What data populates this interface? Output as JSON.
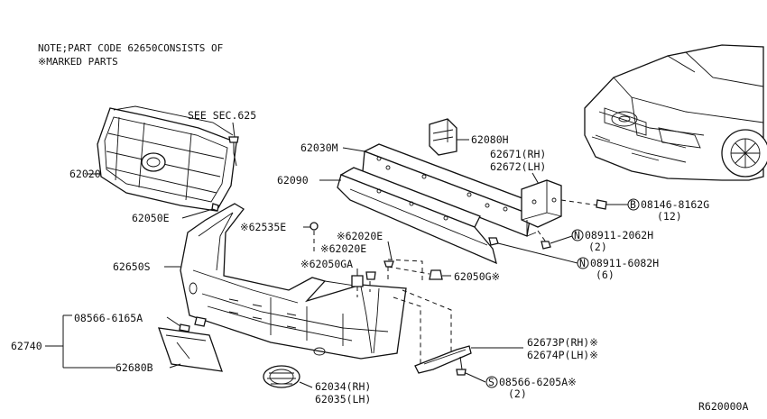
{
  "note": {
    "line1": "NOTE;PART CODE  62650CONSISTS OF",
    "line2": "※MARKED PARTS"
  },
  "labels": {
    "see_sec": "SEE SEC.625",
    "p62080H": "62080H",
    "p62030M": "62030M",
    "p62671": "62671(RH)",
    "p62672": "62672(LH)",
    "p62020": "62020",
    "p62090": "62090",
    "p62050E": "62050E",
    "p62535E": "※62535E",
    "p62020E": "※62020E",
    "p62020E2": "※62020E",
    "p62050GA": "※62050GA",
    "p62650S": "62650S",
    "p62050G": "62050G※",
    "b08146_num": "08146-8162G",
    "b08146_qty": "(12)",
    "n08911_2062_num": "08911-2062H",
    "n08911_2062_qty": "(2)",
    "n08911_6082_num": "08911-6082H",
    "n08911_6082_qty": "(6)",
    "p08566_6165A": "08566-6165A",
    "p62740": "62740",
    "p62680B": "62680B",
    "p62673P": "62673P(RH)※",
    "p62674P": "62674P(LH)※",
    "s08566_num": "08566-6205A※",
    "s08566_qty": "(2)",
    "p62034": "62034(RH)",
    "p62035": "62035(LH)",
    "ref": "R620000A"
  },
  "badges": {
    "b": "B",
    "n1": "N",
    "n2": "N",
    "s": "S"
  }
}
